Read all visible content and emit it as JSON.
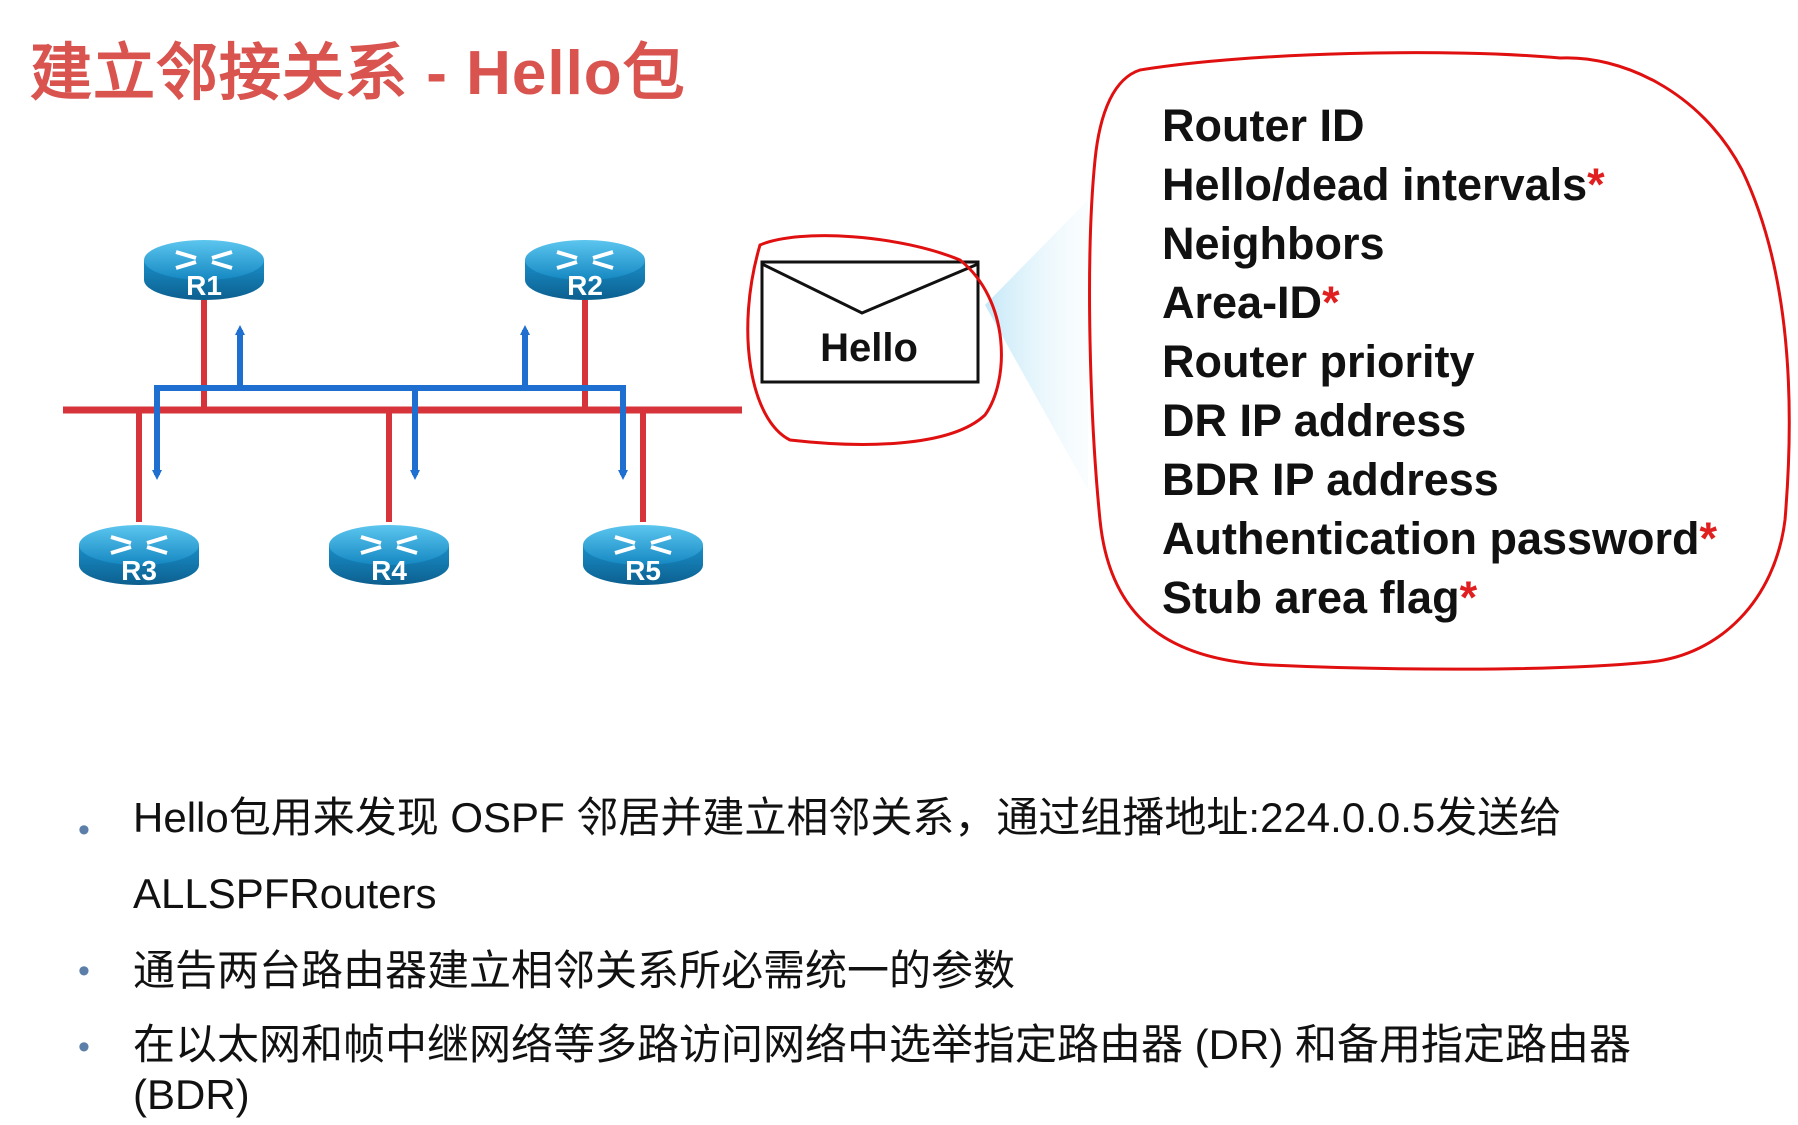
{
  "title": "建立邻接关系 - Hello包",
  "routers": [
    {
      "id": "r1",
      "label": "R1"
    },
    {
      "id": "r2",
      "label": "R2"
    },
    {
      "id": "r3",
      "label": "R3"
    },
    {
      "id": "r4",
      "label": "R4"
    },
    {
      "id": "r5",
      "label": "R5"
    }
  ],
  "hello_packet_label": "Hello",
  "hello_fields": [
    {
      "text": "Router ID",
      "star": ""
    },
    {
      "text": "Hello/dead intervals",
      "star": "*"
    },
    {
      "text": "Neighbors",
      "star": ""
    },
    {
      "text": "Area-ID",
      "star": "*"
    },
    {
      "text": "Router priority",
      "star": ""
    },
    {
      "text": "DR IP address",
      "star": ""
    },
    {
      "text": "BDR IP address",
      "star": ""
    },
    {
      "text": "Authentication password",
      "star": "*"
    },
    {
      "text": "Stub area flag",
      "star": "*"
    }
  ],
  "bullets": [
    "Hello包用来发现 OSPF 邻居并建立相邻关系，通过组播地址:224.0.0.5发送给ALLSPFRouters",
    "通告两台路由器建立相邻关系所必需统一的参数",
    "在以太网和帧中继网络等多路访问网络中选举指定路由器 (DR) 和备用指定路由器 (BDR)"
  ],
  "colors": {
    "title": "#d9534f",
    "link_red": "#d6333a",
    "flow_blue": "#1f6fd1",
    "router_blue": "#1a8fc9",
    "annotation_red": "#e01010",
    "star_red": "#e02020"
  }
}
